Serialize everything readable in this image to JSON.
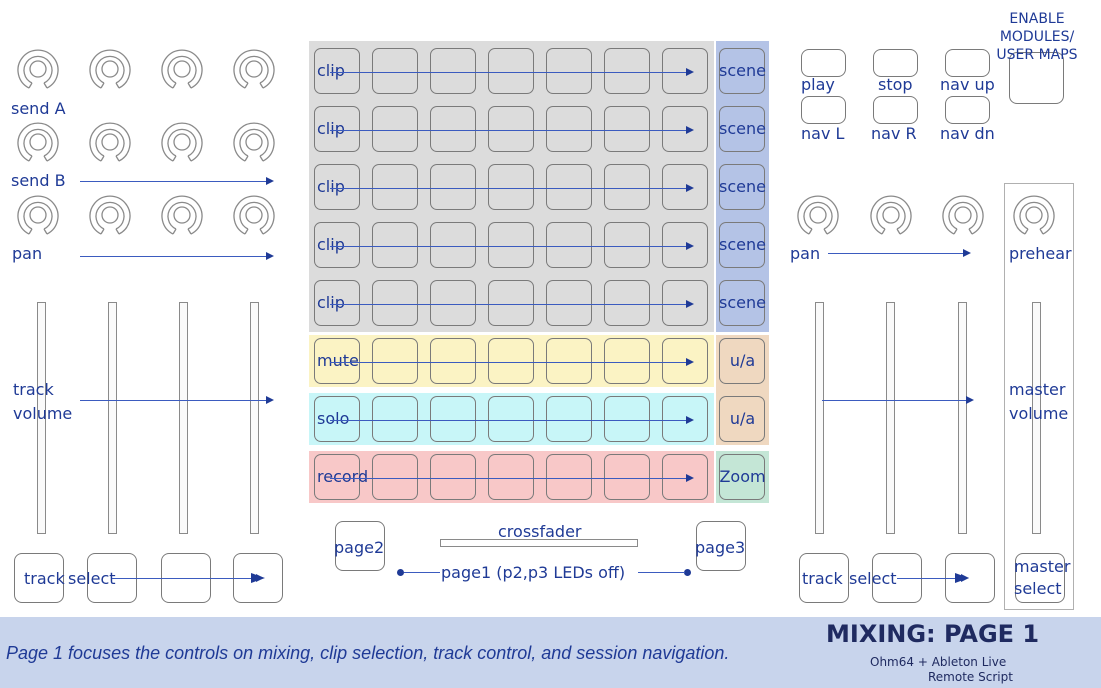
{
  "top_right": {
    "enable_line1": "ENABLE",
    "enable_line2": "MODULES/",
    "enable_line3": "USER MAPS"
  },
  "transport": {
    "play": "play",
    "stop": "stop",
    "nav_up": "nav up",
    "nav_l": "nav L",
    "nav_r": "nav R",
    "nav_dn": "nav dn"
  },
  "left": {
    "send_a": "send A",
    "send_b": "send B",
    "pan": "pan",
    "track_volume_1": "track",
    "track_volume_2": "volume",
    "track_select_1": "track",
    "track_select_2": "select"
  },
  "grid": {
    "rows": [
      "clip",
      "clip",
      "clip",
      "clip",
      "clip",
      "mute",
      "solo",
      "record"
    ],
    "scene_labels": [
      "scene",
      "scene",
      "scene",
      "scene",
      "scene",
      "u/a",
      "u/a",
      "Zoom"
    ]
  },
  "center_bottom": {
    "page2": "page2",
    "page3": "page3",
    "crossfader": "crossfader",
    "page1": "page1 (p2,p3 LEDs off)"
  },
  "right": {
    "pan": "pan",
    "prehear": "prehear",
    "master_volume_1": "master",
    "master_volume_2": "volume",
    "track_select_1": "track",
    "track_select_2": "select",
    "master_select_1": "master",
    "master_select_2": "select"
  },
  "footer": {
    "description": "Page 1 focuses the controls on mixing, clip selection, track control, and session navigation.",
    "title": "MIXING: PAGE 1",
    "subtitle_1": "Ohm64 + Ableton Live",
    "subtitle_2": "Remote Script"
  },
  "colors": {
    "clip_region": "#dcdcdc",
    "scene_region": "#b4c3e6",
    "mute_region": "#fbf3c4",
    "solo_region": "#c8f6f8",
    "record_region": "#f8c8c8",
    "ua_region": "#efd8c0",
    "zoom_region": "#c4e6d6",
    "label": "#1f3a96",
    "footer_bg": "#c8d4ec"
  }
}
